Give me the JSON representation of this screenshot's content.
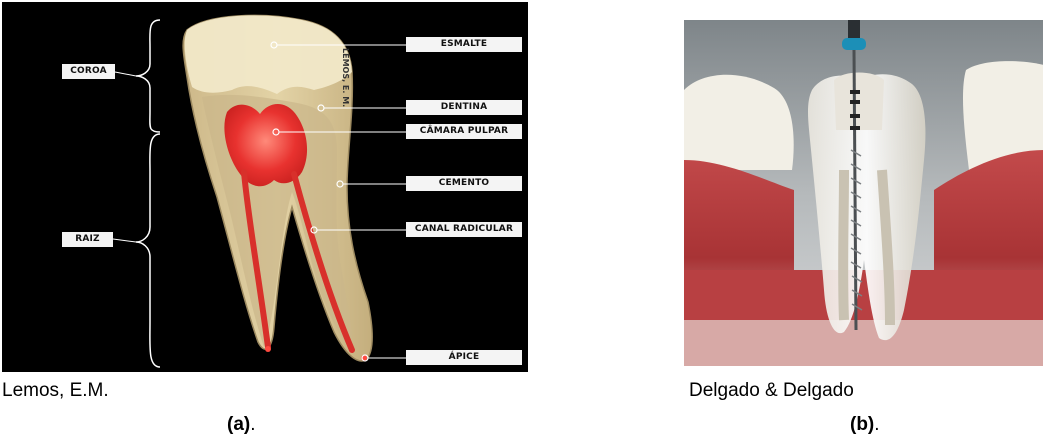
{
  "panel_a": {
    "author_vertical": "LEMOS, E. M.",
    "labels": {
      "esmalte": "ESMALTE",
      "dentina": "DENTINA",
      "camara": "CÂMARA PULPAR",
      "cemento": "CEMENTO",
      "canal": "CANAL RADICULAR",
      "apice": "ÁPICE"
    },
    "groups": {
      "coroa": "COROA",
      "raiz": "RAIZ"
    }
  },
  "captions": {
    "a_credit": "Lemos, E.M.",
    "a_letter": "(a)",
    "a_suffix": ".",
    "b_credit": "Delgado & Delgado",
    "b_letter": "(b)",
    "b_suffix": "."
  },
  "colors": {
    "pulp": "#e8322f",
    "enamel": "#efe3b8",
    "dentin": "#d9c89a",
    "gum": "#b2383a",
    "file_handle": "#1c8fb7"
  }
}
